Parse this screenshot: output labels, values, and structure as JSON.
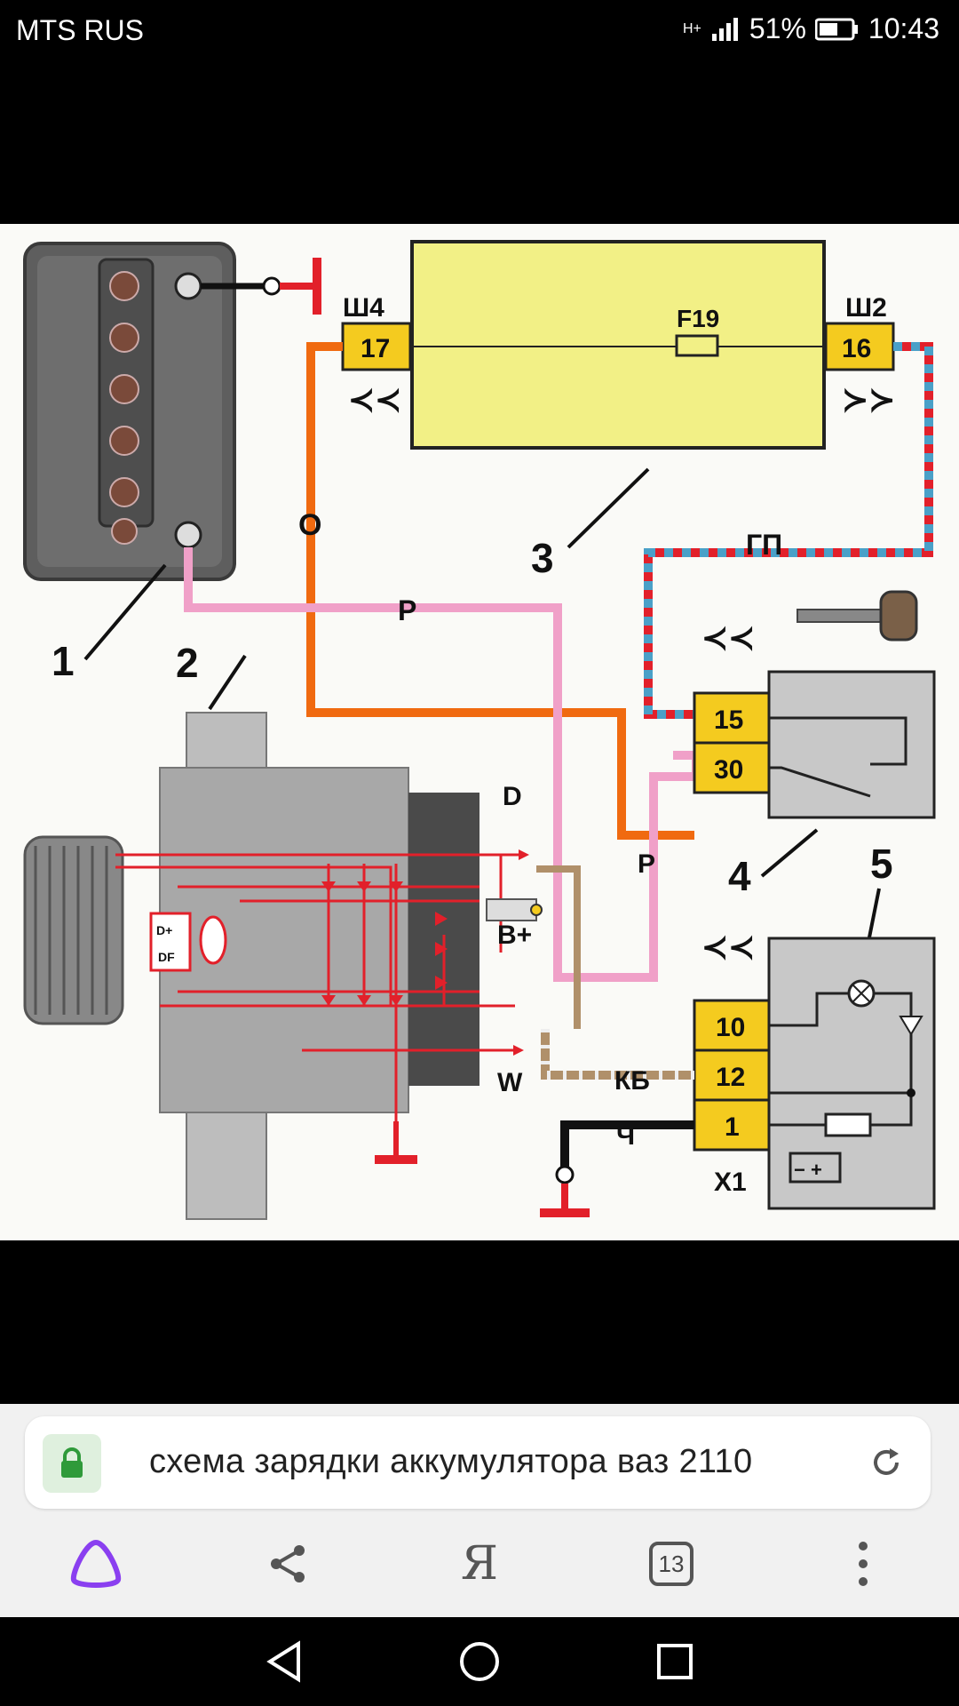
{
  "status": {
    "carrier": "MTS RUS",
    "network": "H+",
    "battery": "51%",
    "time": "10:43"
  },
  "diagram": {
    "labels": {
      "sh4": "Ш4",
      "sh2": "Ш2",
      "pin17": "17",
      "pin16": "16",
      "fuse": "F19",
      "wire_o": "О",
      "wire_p_top": "Р",
      "wire_p_right": "Р",
      "wire_gp": "ГП",
      "wire_kb": "КБ",
      "wire_ch": "Ч",
      "pin15": "15",
      "pin30": "30",
      "pin10": "10",
      "pin12": "12",
      "pin1": "1",
      "x1": "X1",
      "term_d": "D",
      "term_bplus": "B+",
      "term_w": "W",
      "reg_dplus": "D+",
      "reg_df": "DF",
      "num1": "1",
      "num2": "2",
      "num3": "3",
      "num4": "4",
      "num5": "5"
    },
    "colors": {
      "fusebox": "#f2f086",
      "connector": "#f4cb1f",
      "orange_wire": "#f06a10",
      "pink_wire": "#f0a0c8",
      "red": "#e2202a",
      "blue_stripe": "#4aa0c8",
      "tan": "#b0906a"
    }
  },
  "browser": {
    "url_text": "схема зарядки аккумулятора ваз 2110",
    "tab_count": "13",
    "ya_label": "Я",
    "colors": {
      "lock": "#2f9a3a",
      "alice": "#8a3ff0"
    }
  }
}
